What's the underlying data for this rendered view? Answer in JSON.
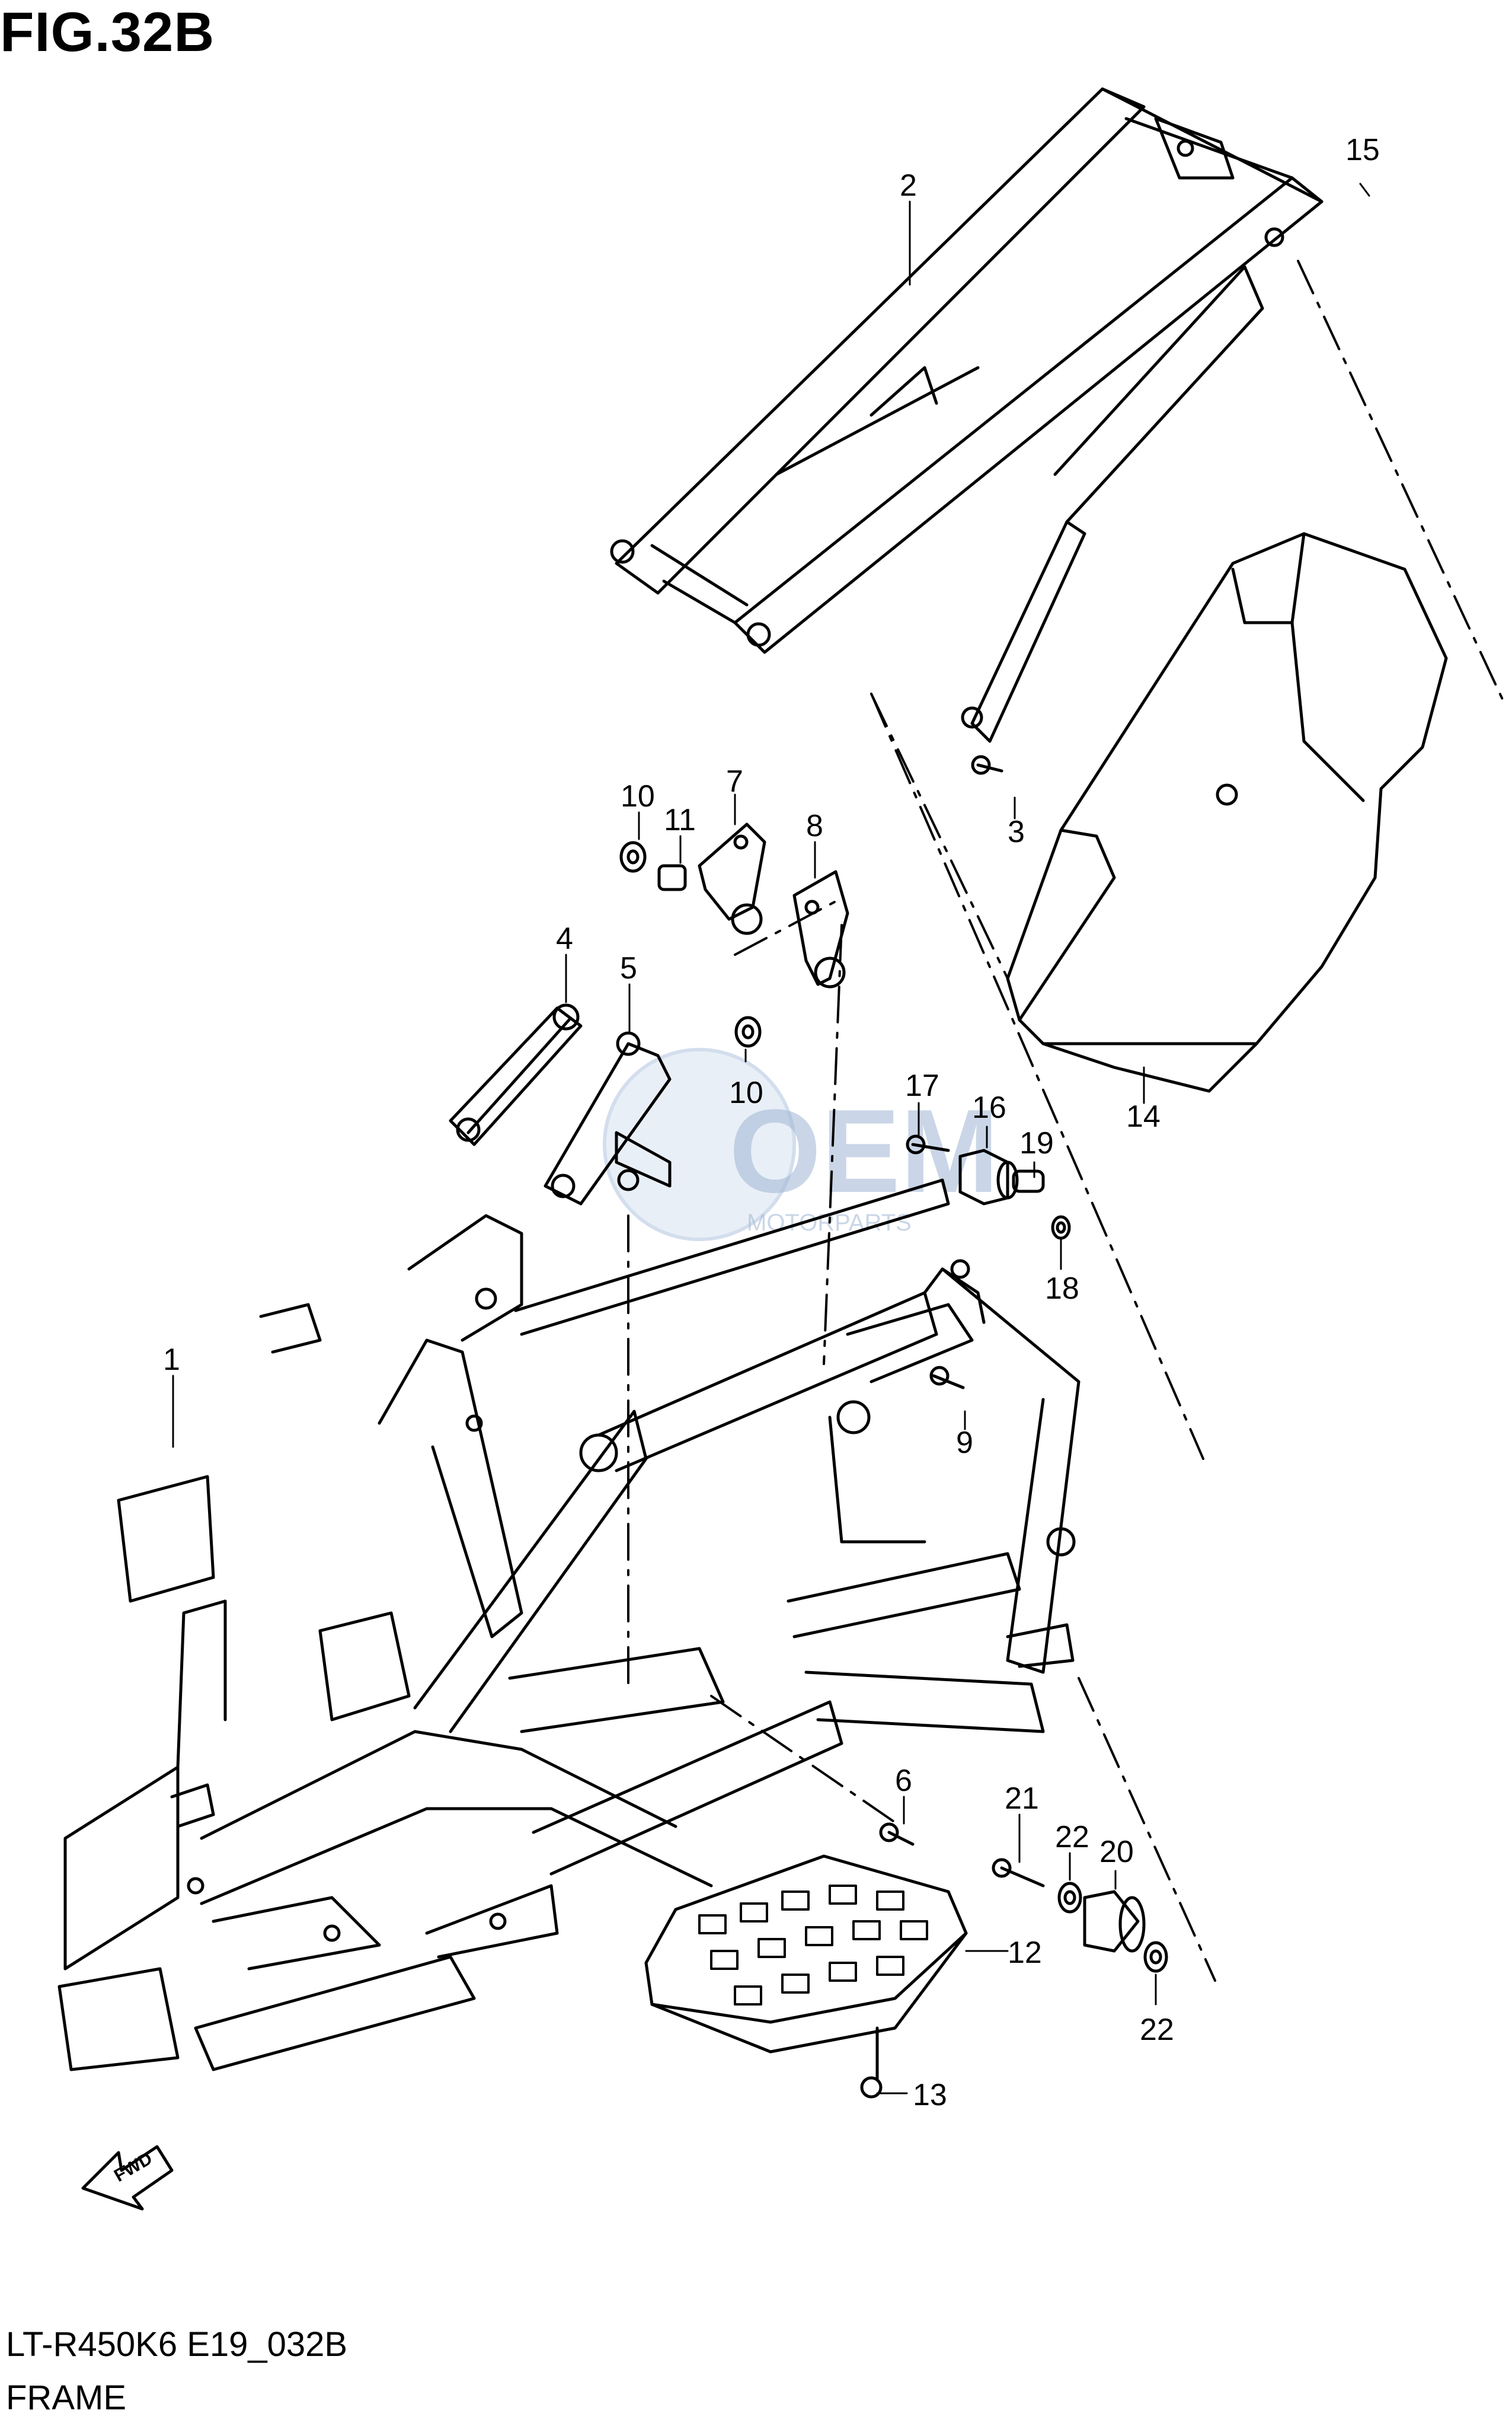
{
  "figure": {
    "title": "FIG.32B"
  },
  "caption": {
    "model_code": "LT-R450K6 E19_032B",
    "section_name": "FRAME"
  },
  "fwd_arrow": {
    "label": "FWD"
  },
  "watermark": {
    "main": "OEM",
    "sub": "MOTORPARTS"
  },
  "callouts": [
    {
      "id": "c1",
      "label": "1"
    },
    {
      "id": "c2",
      "label": "2"
    },
    {
      "id": "c3",
      "label": "3"
    },
    {
      "id": "c4",
      "label": "4"
    },
    {
      "id": "c5",
      "label": "5"
    },
    {
      "id": "c6",
      "label": "6"
    },
    {
      "id": "c7",
      "label": "7"
    },
    {
      "id": "c8",
      "label": "8"
    },
    {
      "id": "c9",
      "label": "9"
    },
    {
      "id": "c10a",
      "label": "10"
    },
    {
      "id": "c10b",
      "label": "10"
    },
    {
      "id": "c11",
      "label": "11"
    },
    {
      "id": "c12",
      "label": "12"
    },
    {
      "id": "c13",
      "label": "13"
    },
    {
      "id": "c14",
      "label": "14"
    },
    {
      "id": "c15",
      "label": "15"
    },
    {
      "id": "c16",
      "label": "16"
    },
    {
      "id": "c17",
      "label": "17"
    },
    {
      "id": "c18",
      "label": "18"
    },
    {
      "id": "c19",
      "label": "19"
    },
    {
      "id": "c20",
      "label": "20"
    },
    {
      "id": "c21",
      "label": "21"
    },
    {
      "id": "c22a",
      "label": "22"
    },
    {
      "id": "c22b",
      "label": "22"
    }
  ],
  "colors": {
    "line": "#000000",
    "background": "#ffffff",
    "watermark": "#9fb6d4"
  }
}
